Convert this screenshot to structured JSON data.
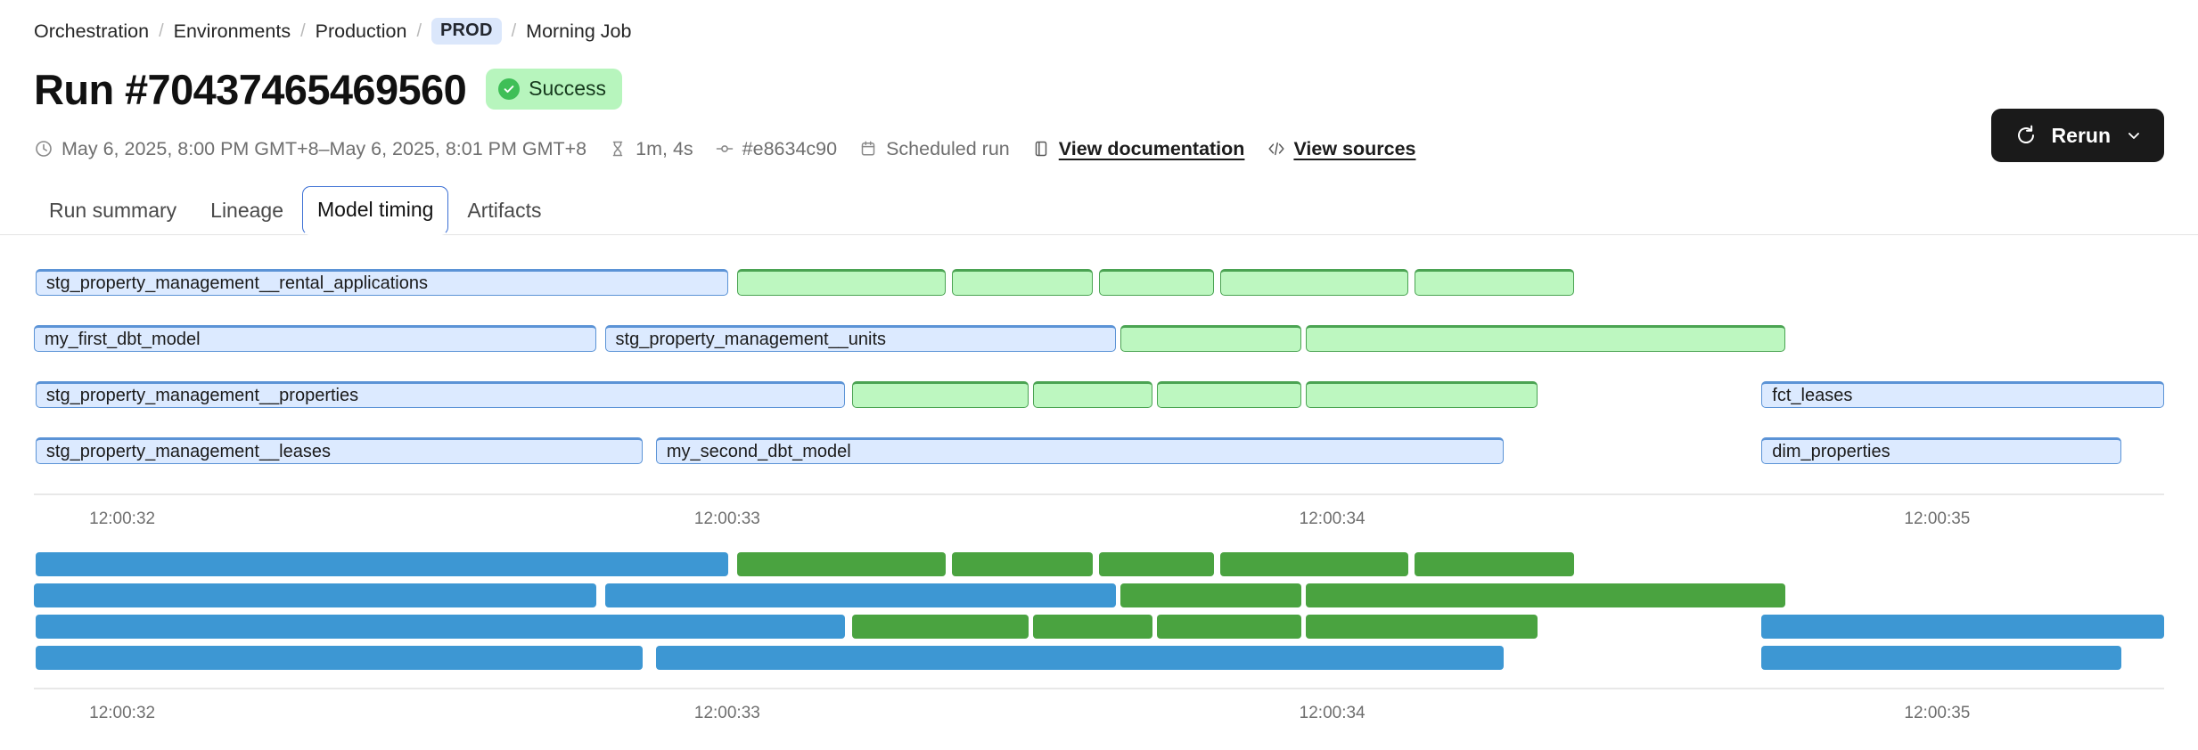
{
  "breadcrumb": {
    "items": [
      {
        "label": "Orchestration",
        "type": "link"
      },
      {
        "label": "Environments",
        "type": "link"
      },
      {
        "label": "Production",
        "type": "link"
      },
      {
        "label": "PROD",
        "type": "badge"
      },
      {
        "label": "Morning Job",
        "type": "text"
      }
    ],
    "separator": "/"
  },
  "header": {
    "title": "Run #70437465469560",
    "status": {
      "label": "Success",
      "icon": "check-circle-icon",
      "bg": "#b7f5bd",
      "fg": "#16391d",
      "dot": "#3fbf57"
    },
    "meta": {
      "timerange": "May 6, 2025, 8:00 PM GMT+8–May 6, 2025, 8:01 PM GMT+8",
      "duration": "1m, 4s",
      "commit": "#e8634c90",
      "trigger": "Scheduled run",
      "docs_link": "View documentation",
      "sources_link": "View sources"
    },
    "rerun": {
      "label": "Rerun",
      "icon": "rerun-icon",
      "caret": "chevron-down-icon",
      "bg": "#1a1a1a"
    }
  },
  "tabs": {
    "items": [
      {
        "label": "Run summary",
        "active": false
      },
      {
        "label": "Lineage",
        "active": false
      },
      {
        "label": "Model timing",
        "active": true
      },
      {
        "label": "Artifacts",
        "active": false
      }
    ],
    "active_border": "#3b6fd4"
  },
  "chart_data": {
    "type": "bar",
    "subtype": "gantt",
    "title": "Model timing",
    "xlabel": "",
    "ylabel": "",
    "grid": false,
    "legend_position": "none",
    "x_axis": {
      "type": "time",
      "ticks": [
        "12:00:32",
        "12:00:33",
        "12:00:34",
        "12:00:35"
      ],
      "tick_pct": [
        2.6,
        31.0,
        59.4,
        87.8
      ],
      "range": [
        "12:00:31.9",
        "12:00:35.4"
      ]
    },
    "colors": {
      "model_fill": "#dceaff",
      "model_stroke": "#5b93d6",
      "test_fill": "#bdf7c0",
      "test_stroke": "#4aa352",
      "model_solid": "#3d97d3",
      "test_solid": "#4aa340"
    },
    "charts": [
      {
        "name": "model-timing-outline",
        "style": "outline",
        "rows": [
          {
            "row": 1,
            "bars": [
              {
                "label": "stg_property_management__rental_applications",
                "kind": "model",
                "start_pct": 0.08,
                "width_pct": 32.5
              },
              {
                "label": "",
                "kind": "test",
                "start_pct": 33.0,
                "width_pct": 9.8
              },
              {
                "label": "",
                "kind": "test",
                "start_pct": 43.1,
                "width_pct": 6.6
              },
              {
                "label": "",
                "kind": "test",
                "start_pct": 50.0,
                "width_pct": 5.4
              },
              {
                "label": "",
                "kind": "test",
                "start_pct": 55.7,
                "width_pct": 8.8
              },
              {
                "label": "",
                "kind": "test",
                "start_pct": 64.8,
                "width_pct": 7.5
              }
            ]
          },
          {
            "row": 2,
            "bars": [
              {
                "label": "my_first_dbt_model",
                "kind": "model",
                "start_pct": 0.0,
                "width_pct": 26.4
              },
              {
                "label": "stg_property_management__units",
                "kind": "model",
                "start_pct": 26.8,
                "width_pct": 24.0
              },
              {
                "label": "",
                "kind": "test",
                "start_pct": 51.0,
                "width_pct": 8.5
              },
              {
                "label": "",
                "kind": "test",
                "start_pct": 59.7,
                "width_pct": 22.5
              }
            ]
          },
          {
            "row": 3,
            "bars": [
              {
                "label": "stg_property_management__properties",
                "kind": "model",
                "start_pct": 0.08,
                "width_pct": 38.0
              },
              {
                "label": "",
                "kind": "test",
                "start_pct": 38.4,
                "width_pct": 8.3
              },
              {
                "label": "",
                "kind": "test",
                "start_pct": 46.9,
                "width_pct": 5.6
              },
              {
                "label": "",
                "kind": "test",
                "start_pct": 52.7,
                "width_pct": 6.8
              },
              {
                "label": "",
                "kind": "test",
                "start_pct": 59.7,
                "width_pct": 10.9
              },
              {
                "label": "fct_leases",
                "kind": "model",
                "start_pct": 81.1,
                "width_pct": 18.9
              }
            ]
          },
          {
            "row": 4,
            "bars": [
              {
                "label": "stg_property_management__leases",
                "kind": "model",
                "start_pct": 0.08,
                "width_pct": 28.5
              },
              {
                "label": "my_second_dbt_model",
                "kind": "model",
                "start_pct": 29.2,
                "width_pct": 39.8
              },
              {
                "label": "dim_properties",
                "kind": "model",
                "start_pct": 81.1,
                "width_pct": 16.9
              }
            ]
          }
        ]
      },
      {
        "name": "model-timing-solid",
        "style": "solid",
        "rows": [
          {
            "row": 1,
            "bars": [
              {
                "label": "",
                "kind": "model",
                "start_pct": 0.08,
                "width_pct": 32.5
              },
              {
                "label": "",
                "kind": "test",
                "start_pct": 33.0,
                "width_pct": 9.8
              },
              {
                "label": "",
                "kind": "test",
                "start_pct": 43.1,
                "width_pct": 6.6
              },
              {
                "label": "",
                "kind": "test",
                "start_pct": 50.0,
                "width_pct": 5.4
              },
              {
                "label": "",
                "kind": "test",
                "start_pct": 55.7,
                "width_pct": 8.8
              },
              {
                "label": "",
                "kind": "test",
                "start_pct": 64.8,
                "width_pct": 7.5
              }
            ]
          },
          {
            "row": 2,
            "bars": [
              {
                "label": "",
                "kind": "model",
                "start_pct": 0.0,
                "width_pct": 26.4
              },
              {
                "label": "",
                "kind": "model",
                "start_pct": 26.8,
                "width_pct": 24.0
              },
              {
                "label": "",
                "kind": "test",
                "start_pct": 51.0,
                "width_pct": 8.5
              },
              {
                "label": "",
                "kind": "test",
                "start_pct": 59.7,
                "width_pct": 22.5
              }
            ]
          },
          {
            "row": 3,
            "bars": [
              {
                "label": "",
                "kind": "model",
                "start_pct": 0.08,
                "width_pct": 38.0
              },
              {
                "label": "",
                "kind": "test",
                "start_pct": 38.4,
                "width_pct": 8.3
              },
              {
                "label": "",
                "kind": "test",
                "start_pct": 46.9,
                "width_pct": 5.6
              },
              {
                "label": "",
                "kind": "test",
                "start_pct": 52.7,
                "width_pct": 6.8
              },
              {
                "label": "",
                "kind": "test",
                "start_pct": 59.7,
                "width_pct": 10.9
              },
              {
                "label": "",
                "kind": "model",
                "start_pct": 81.1,
                "width_pct": 18.9
              }
            ]
          },
          {
            "row": 4,
            "bars": [
              {
                "label": "",
                "kind": "model",
                "start_pct": 0.08,
                "width_pct": 28.5
              },
              {
                "label": "",
                "kind": "model",
                "start_pct": 29.2,
                "width_pct": 39.8
              },
              {
                "label": "",
                "kind": "model",
                "start_pct": 81.1,
                "width_pct": 16.9
              }
            ]
          }
        ]
      }
    ]
  }
}
